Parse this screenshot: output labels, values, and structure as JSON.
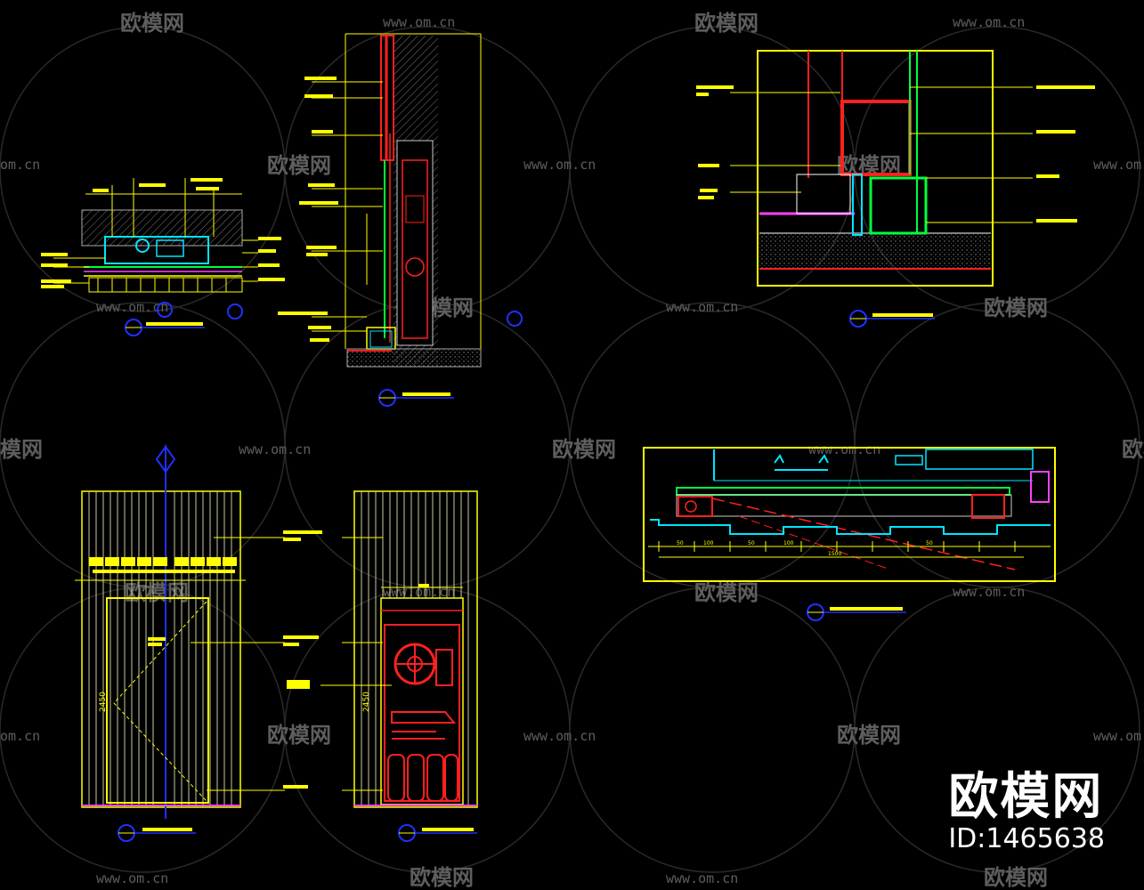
{
  "watermark": {
    "brand": "欧模网",
    "url": "www.om.cn",
    "url_partial": "om.cn",
    "brand_partial": "模网"
  },
  "badge": {
    "brand": "欧模网",
    "id": "ID:1465638"
  },
  "drawing": {
    "dims": {
      "d1": "50",
      "d2": "100",
      "d3": "1500",
      "d4": "2450"
    }
  },
  "colors": {
    "background": "#000000",
    "yellow": "#ffff00",
    "red": "#ff2020",
    "green": "#00ff40",
    "cyan": "#00e5ff",
    "blue": "#2030ff",
    "magenta": "#ff40ff",
    "white": "#ffffff",
    "watermark": "#5a5a5a"
  }
}
